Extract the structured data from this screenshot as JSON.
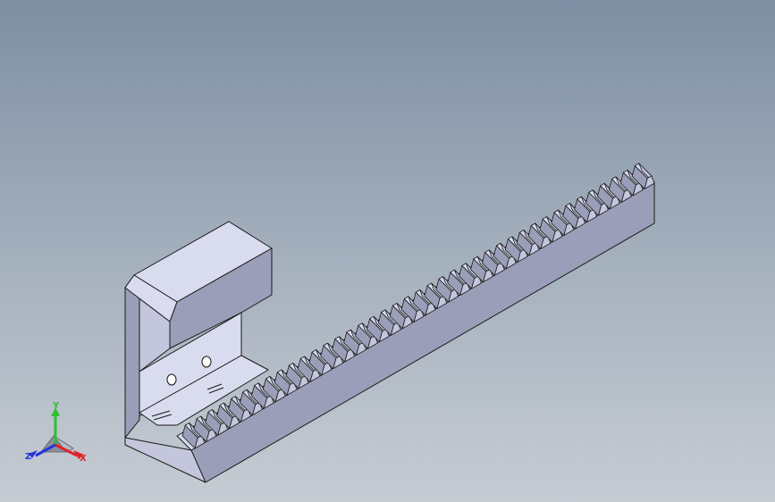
{
  "viewport": {
    "background_top": "#7e8fa3",
    "background_bottom": "#c6ccd3"
  },
  "model": {
    "top_face_color": "#d9dbee",
    "side_face_color": "#9a9eb8",
    "front_face_color": "#c3c6dc",
    "edge_color": "#1a1a1a",
    "tooth_count": 40
  },
  "triad": {
    "x_label": "X",
    "y_label": "Y",
    "z_label": "Z",
    "x_color": "#e0202a",
    "y_color": "#2dbf35",
    "z_color": "#2535d8"
  }
}
